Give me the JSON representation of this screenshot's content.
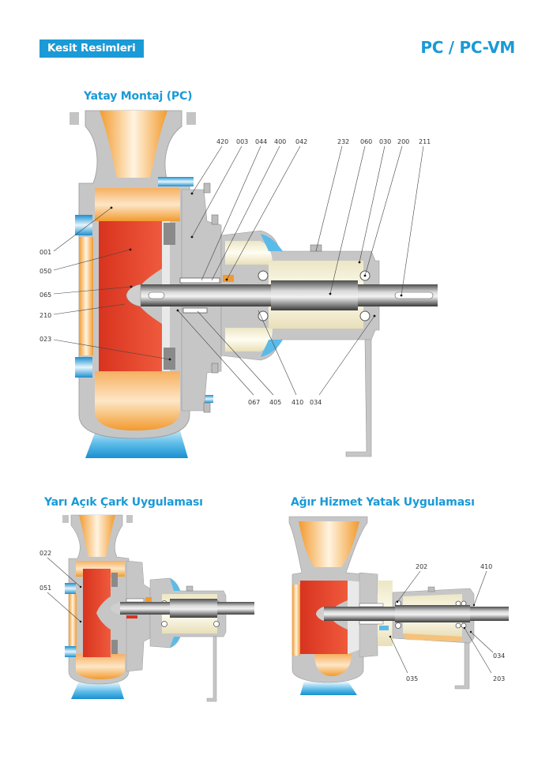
{
  "header": {
    "badge": "Kesit Resimleri",
    "model": "PC / PC-VM"
  },
  "colors": {
    "accent": "#1a9ad6",
    "casing": "#c4c4c4",
    "fluid": "#f3a440",
    "impeller": "#e8442e",
    "base": "#2aa3e0",
    "bearing_housing_fill": "#f6f1d8"
  },
  "sections": [
    {
      "title": "Yatay Montaj (PC)",
      "callouts_top": [
        "420",
        "003",
        "044",
        "400",
        "042",
        "232",
        "060",
        "030",
        "200",
        "211"
      ],
      "callouts_left": [
        "001",
        "050",
        "065",
        "210",
        "023"
      ],
      "callouts_bottom": [
        "067",
        "405",
        "410",
        "034"
      ]
    },
    {
      "title": "Yarı Açık Çark Uygulaması",
      "callouts_left": [
        "022",
        "051"
      ]
    },
    {
      "title": "Ağır Hizmet Yatak Uygulaması",
      "callouts_top": [
        "202",
        "410"
      ],
      "callouts_bottom": [
        "035",
        "034",
        "203"
      ]
    }
  ]
}
